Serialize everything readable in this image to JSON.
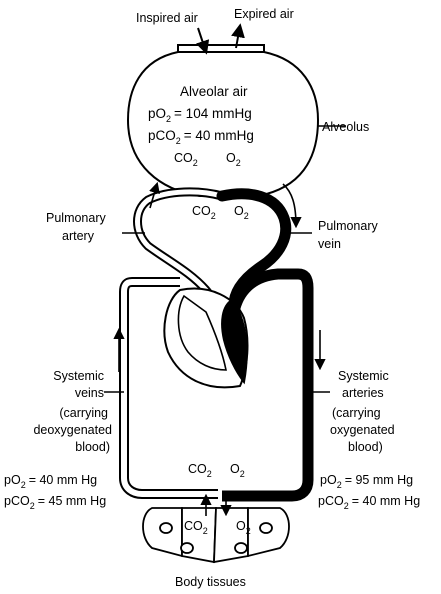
{
  "labels": {
    "inspired_air": "Inspired air",
    "expired_air": "Expired air",
    "alveolar_air": "Alveolar air",
    "alveolus": "Alveolus",
    "pulmonary_artery_1": "Pulmonary",
    "pulmonary_artery_2": "artery",
    "pulmonary_vein_1": "Pulmonary",
    "pulmonary_vein_2": "vein",
    "systemic_veins": [
      "Systemic",
      "veins",
      "(carrying",
      "deoxygenated",
      "blood)"
    ],
    "systemic_arteries": [
      "Systemic",
      "arteries",
      "(carrying",
      "oxygenated",
      "blood)"
    ],
    "body_tissues": "Body tissues"
  },
  "gas_values": {
    "alveolar_po2": "= 104 mmHg",
    "alveolar_pco2": "= 40 mmHg",
    "venous_po2": "=  40 mm Hg",
    "venous_pco2": "= 45 mm Hg",
    "arterial_po2": "=  95 mm Hg",
    "arterial_pco2": "= 40 mm Hg"
  },
  "chemistry": {
    "p": "p",
    "co": "CO",
    "o": "O",
    "subscript_2": "2"
  },
  "colors": {
    "deoxygenated": "#ffffff",
    "oxygenated": "#000000",
    "outline": "#000000"
  }
}
